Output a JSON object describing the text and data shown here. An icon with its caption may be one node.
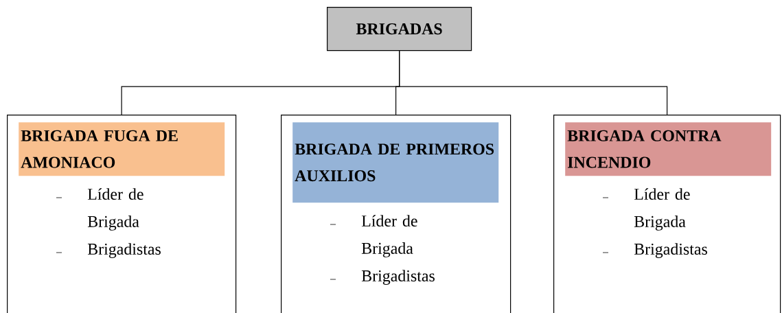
{
  "diagram": {
    "nodes": [
      {
        "text": [
          "BRIGADAS"
        ]
      },
      {
        "text": [
          "BRIGADA FUGA DE AMONIACO",
          "Líder de Brigada",
          "Brigadistas"
        ]
      },
      {
        "text": [
          "BRIGADA DE PRIMEROS AUXILIOS",
          "Líder de Brigada",
          "Brigadistas"
        ]
      },
      {
        "text": [
          "BRIGADA CONTRA INCENDIO",
          "Líder de Brigada",
          "Brigadistas"
        ]
      }
    ],
    "edges": [
      {
        "from": 0,
        "to": 1,
        "arrow": "none"
      },
      {
        "from": 0,
        "to": 2,
        "arrow": "none"
      },
      {
        "from": 0,
        "to": 3,
        "arrow": "none"
      }
    ]
  }
}
